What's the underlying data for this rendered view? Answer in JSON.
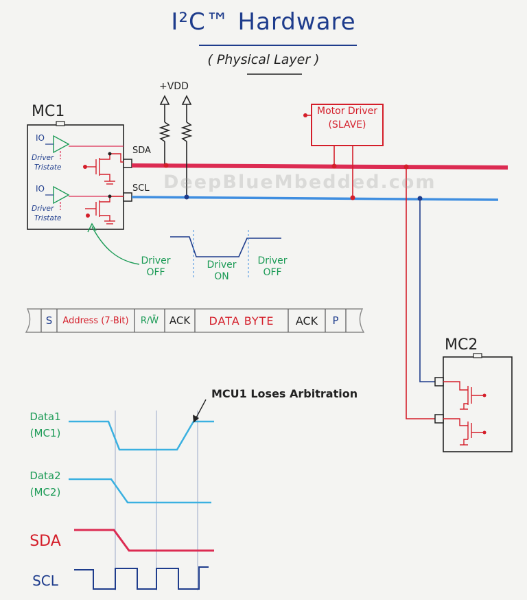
{
  "header": {
    "title": "I²C™ Hardware",
    "subtitle": "( Physical Layer )"
  },
  "supply": {
    "vdd_label": "+VDD"
  },
  "mcu1": {
    "label": "MC1",
    "sda_pin": "SDA",
    "scl_pin": "SCL",
    "io1": "IO",
    "driver1": "Driver",
    "tristate1": "Tristate",
    "io2": "IO",
    "driver2": "Driver",
    "tristate2": "Tristate"
  },
  "slave": {
    "line1": "Motor Driver",
    "line2": "(SLAVE)"
  },
  "mcu2": {
    "label": "MC2"
  },
  "watermark": "DeepBlueMbedded.com",
  "driver_states": {
    "off_left": "Driver OFF",
    "on": "Driver ON",
    "off_right": "Driver OFF"
  },
  "frame": {
    "fields": [
      {
        "label": "S",
        "color": "#1e3c8c"
      },
      {
        "label": "Address (7-Bit)",
        "color": "#d41e2a"
      },
      {
        "label": "R/W̄",
        "color": "#1a9a55"
      },
      {
        "label": "ACK",
        "color": "#222222"
      },
      {
        "label": "DATA BYTE",
        "color": "#d41e2a"
      },
      {
        "label": "ACK",
        "color": "#222222"
      },
      {
        "label": "P",
        "color": "#1e3c8c"
      }
    ]
  },
  "timing": {
    "annotation": "MCU1 Loses Arbitration",
    "data1_label": "Data1",
    "data1_sub": "(MC1)",
    "data2_label": "Data2",
    "data2_sub": "(MC2)",
    "sda_label": "SDA",
    "scl_label": "SCL"
  },
  "colors": {
    "sda": "#dc2b52",
    "scl": "#3f8ee0",
    "wire_red": "#d41e2a",
    "wire_blue": "#1e3c8c",
    "green": "#1a9a55",
    "cyan": "#3ab0e0",
    "ink": "#222222"
  }
}
